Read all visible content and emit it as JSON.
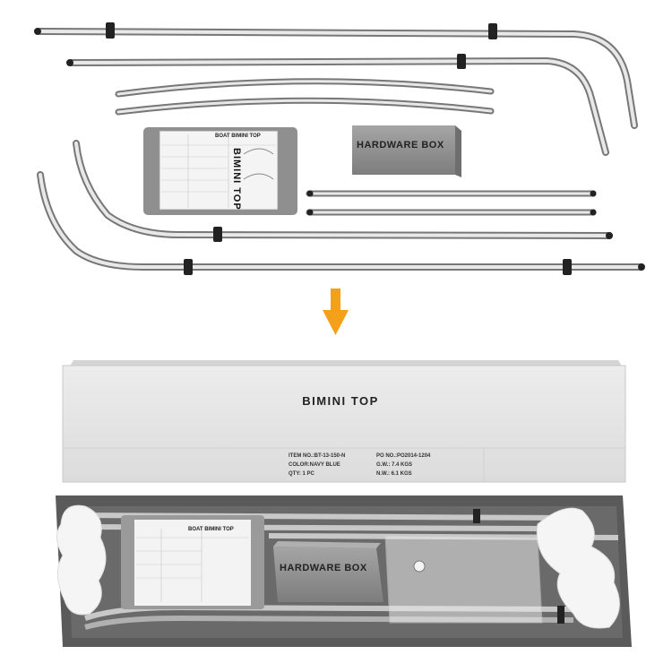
{
  "hardware_box_label": "HARDWARE BOX",
  "manual": {
    "title": "BOAT BIMINI TOP",
    "side_text": "BIMINI TOP"
  },
  "box": {
    "title": "BIMINI TOP",
    "item_no": "ITEM NO.:BT-13-150-N",
    "po_no": "PO NO.:PO2014-1204",
    "color": "COLOR:NAVY BLUE",
    "gw": "G.W.: 7.4 KGS",
    "qty": "QTY: 1 PC",
    "nw": "N.W.: 6.1 KGS"
  },
  "colors": {
    "arrow": "#f5a01a",
    "box_grey": "#e6e6e6",
    "hardware_box": "#8e8e8e",
    "tube_light": "#e6e6e6",
    "tube_dark": "#8a8a8a"
  }
}
